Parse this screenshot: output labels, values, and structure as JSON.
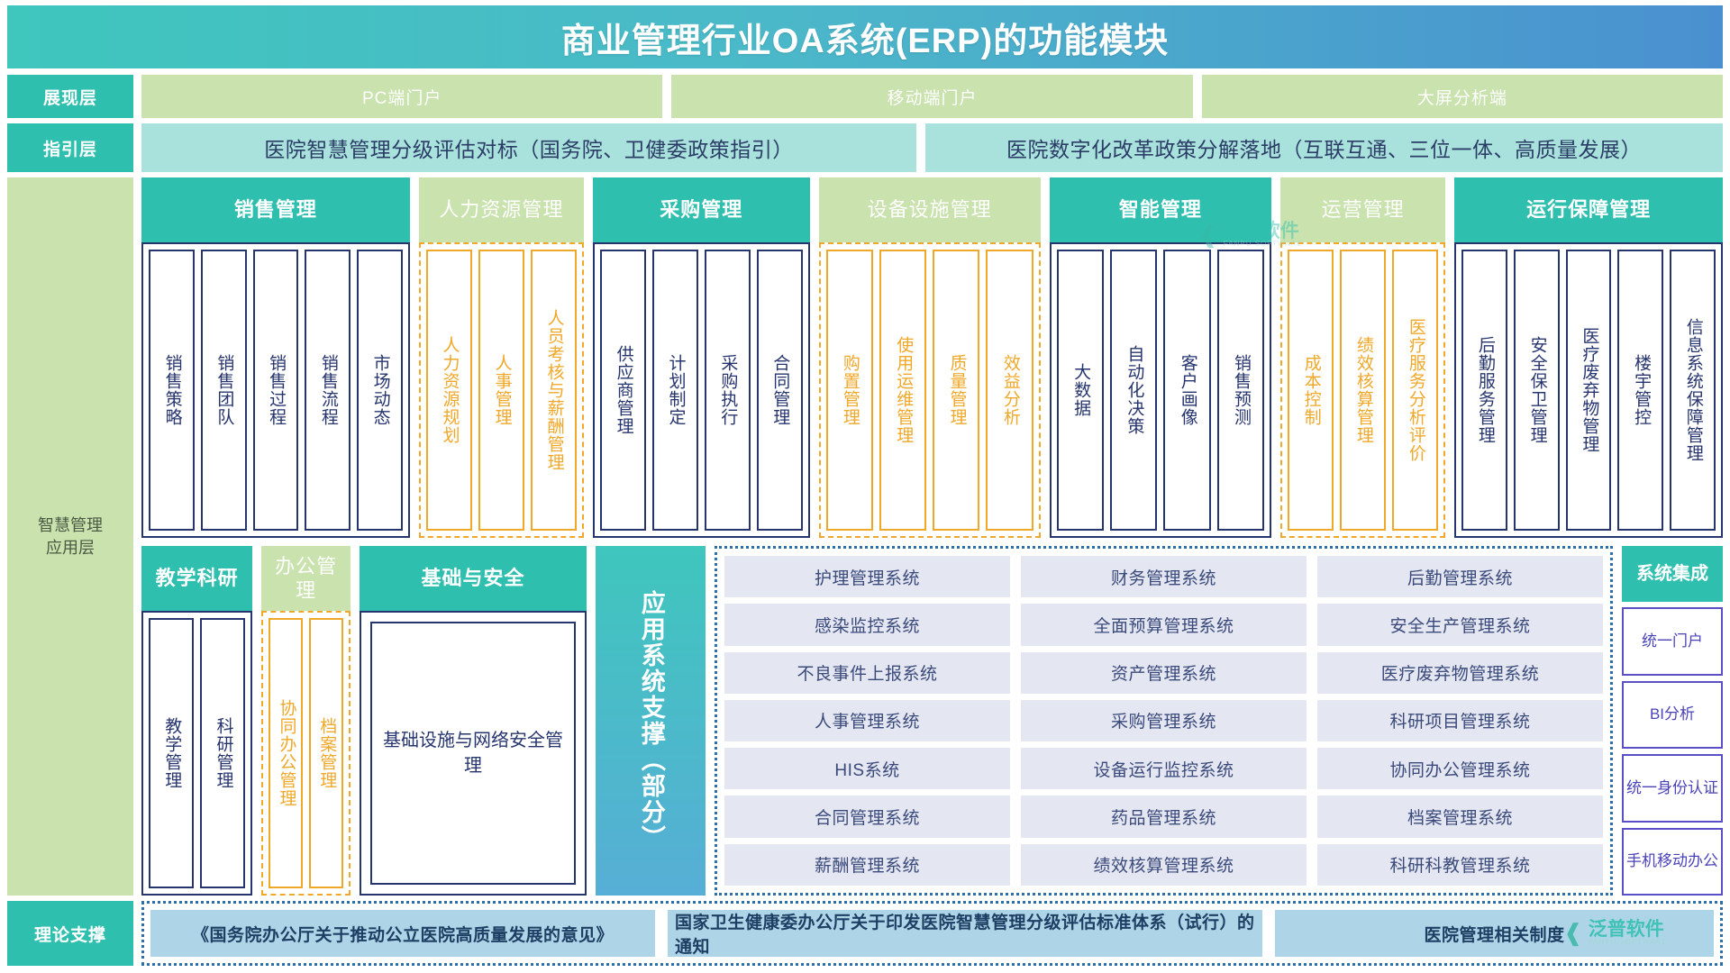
{
  "title": "商业管理行业OA系统(ERP)的功能模块",
  "layers": {
    "presentation": {
      "label": "展现层",
      "cells": [
        "PC端门户",
        "移动端门户",
        "大屏分析端"
      ]
    },
    "guidance": {
      "label": "指引层",
      "cells": [
        "医院智慧管理分级评估对标（国务院、卫健委政策指引）",
        "医院数字化改革政策分解落地（互联互通、三位一体、高质量发展）"
      ]
    },
    "application": {
      "label": "智慧管理\n应用层"
    },
    "theory": {
      "label": "理论支撑",
      "cells": [
        "《国务院办公厅关于推动公立医院高质量发展的意见》",
        "国家卫生健康委办公厅关于印发医院智慧管理分级评估标准体系（试行）的通知",
        "医院管理相关制度"
      ]
    }
  },
  "modules_top": [
    {
      "title": "销售管理",
      "head_style": "teal",
      "box_style": "navy",
      "items": [
        "销售策略",
        "销售团队",
        "销售过程",
        "销售流程",
        "市场动态"
      ]
    },
    {
      "title": "人力资源管理",
      "head_style": "green",
      "box_style": "amber",
      "items": [
        "人力资源规划",
        "人事管理",
        "人员考核与薪酬管理"
      ]
    },
    {
      "title": "采购管理",
      "head_style": "teal",
      "box_style": "navy",
      "items": [
        "供应商管理",
        "计划制定",
        "采购执行",
        "合同管理"
      ]
    },
    {
      "title": "设备设施管理",
      "head_style": "green",
      "box_style": "amber",
      "items": [
        "购置管理",
        "使用运维管理",
        "质量管理",
        "效益分析"
      ]
    },
    {
      "title": "智能管理",
      "head_style": "teal",
      "box_style": "navy",
      "items": [
        "大数据",
        "自动化决策",
        "客户画像",
        "销售预测"
      ]
    },
    {
      "title": "运营管理",
      "head_style": "green",
      "box_style": "amber",
      "items": [
        "成本控制",
        "绩效核算管理",
        "医疗服务分析评价"
      ]
    },
    {
      "title": "运行保障管理",
      "head_style": "teal",
      "box_style": "navy",
      "items": [
        "后勤服务管理",
        "安全保卫管理",
        "医疗废弃物管理",
        "楼宇管控",
        "信息系统保障管理"
      ]
    }
  ],
  "modules_bottom": [
    {
      "title": "教学科研",
      "head_style": "teal",
      "box_style": "navy",
      "items": [
        "教学管理",
        "科研管理"
      ]
    },
    {
      "title": "办公管理",
      "head_style": "green",
      "box_style": "amber",
      "items": [
        "协同办公管理",
        "档案管理"
      ]
    }
  ],
  "base_security": {
    "title": "基础与安全",
    "content": "基础设施与网络安全管理"
  },
  "app_support": {
    "label": "应用系统支撑（部分）"
  },
  "app_systems": {
    "rows": [
      [
        "护理管理系统",
        "财务管理系统",
        "后勤管理系统"
      ],
      [
        "感染监控系统",
        "全面预算管理系统",
        "安全生产管理系统"
      ],
      [
        "不良事件上报系统",
        "资产管理系统",
        "医疗废弃物管理系统"
      ],
      [
        "人事管理系统",
        "采购管理系统",
        "科研项目管理系统"
      ],
      [
        "HIS系统",
        "设备运行监控系统",
        "协同办公管理系统"
      ],
      [
        "合同管理系统",
        "药品管理系统",
        "档案管理系统"
      ],
      [
        "薪酬管理系统",
        "绩效核算管理系统",
        "科研科教管理系统"
      ]
    ]
  },
  "system_integration": {
    "title": "系统集成",
    "items": [
      "统一门户",
      "BI分析",
      "统一身份认证",
      "手机移动办公"
    ]
  },
  "watermark": {
    "cn": "泛普软件",
    "en": "FANPU SOFTWARE"
  },
  "colors": {
    "teal": "#2fbfae",
    "green": "#c9e2ae",
    "navy": "#27356e",
    "amber": "#f0a82a",
    "guide": "#a9e2dd",
    "app_cell": "#e4e6f1",
    "theory": "#aed4e8",
    "integration": "#5a4fc4"
  }
}
